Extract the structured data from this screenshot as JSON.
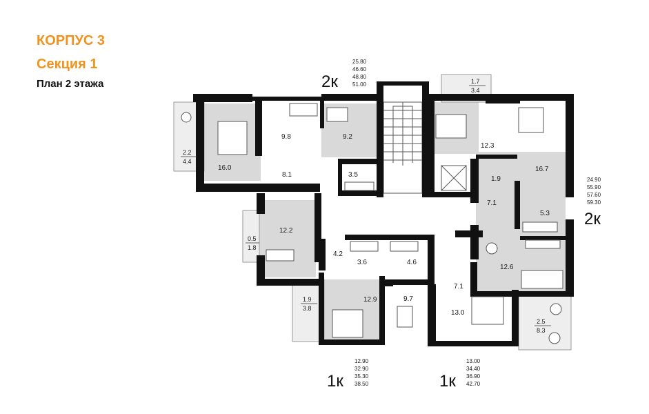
{
  "header": {
    "building": "КОРПУС 3",
    "section": "Секция 1",
    "plan": "План 2 этажа"
  },
  "colors": {
    "accent": "#f0931f",
    "wall": "#111111",
    "room_fill": "#d9d9d9",
    "balcony_fill": "#eeeeee"
  },
  "rooms": [
    {
      "id": "r1",
      "label": "16.0"
    },
    {
      "id": "r2",
      "label": "9.8"
    },
    {
      "id": "r3",
      "label": "9.2"
    },
    {
      "id": "r4",
      "label": "8.1"
    },
    {
      "id": "r5",
      "label": "3.5"
    },
    {
      "id": "r6",
      "label": "12.2"
    },
    {
      "id": "r7",
      "label": "4.2"
    },
    {
      "id": "r8",
      "label": "3.6"
    },
    {
      "id": "r9",
      "label": "4.6"
    },
    {
      "id": "r10",
      "label": "12.9"
    },
    {
      "id": "r11",
      "label": "9.7"
    },
    {
      "id": "r12",
      "label": "13.0"
    },
    {
      "id": "r13",
      "label": "7.1"
    },
    {
      "id": "r14",
      "label": "12.6"
    },
    {
      "id": "r15",
      "label": "7.1"
    },
    {
      "id": "r16",
      "label": "5.3"
    },
    {
      "id": "r17",
      "label": "1.9"
    },
    {
      "id": "r18",
      "label": "16.7"
    },
    {
      "id": "r19",
      "label": "12.3"
    }
  ],
  "balconies": [
    {
      "id": "b1",
      "top": "2.2",
      "bottom": "4.4"
    },
    {
      "id": "b2",
      "top": "1.7",
      "bottom": "3.4"
    },
    {
      "id": "b3",
      "top": "0.5",
      "bottom": "1.8"
    },
    {
      "id": "b4",
      "top": "1.9",
      "bottom": "3.8"
    },
    {
      "id": "b5",
      "top": "2.5",
      "bottom": "8.3"
    }
  ],
  "apartments": [
    {
      "id": "a1",
      "type": "2к",
      "areas": [
        "25.80",
        "46.60",
        "48.80",
        "51.00"
      ]
    },
    {
      "id": "a2",
      "type": "2к",
      "areas": [
        "24.90",
        "55.90",
        "57.60",
        "59.30"
      ]
    },
    {
      "id": "a3",
      "type": "1к",
      "areas": [
        "12.90",
        "32.90",
        "35.30",
        "38.50"
      ]
    },
    {
      "id": "a4",
      "type": "1к",
      "areas": [
        "13.00",
        "34.40",
        "36.90",
        "42.70"
      ]
    }
  ]
}
